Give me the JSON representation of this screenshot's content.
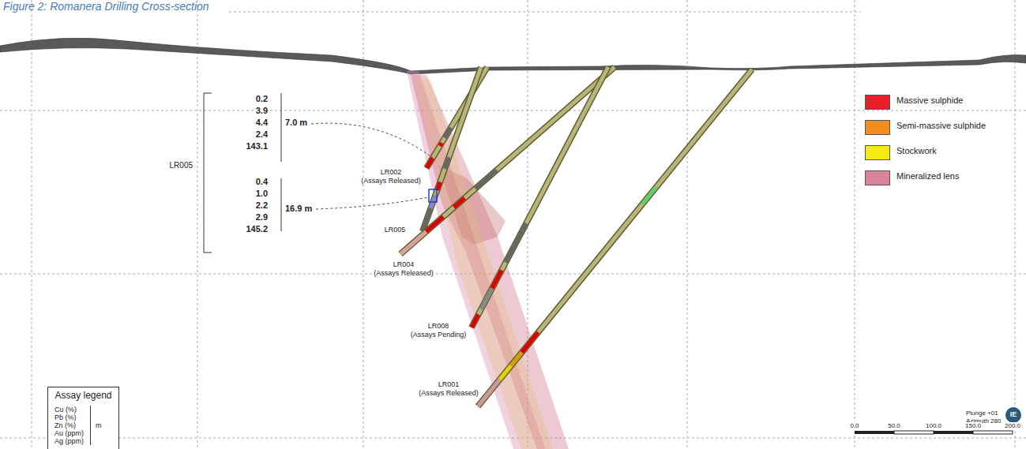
{
  "diagram": {
    "title": "Figure 2: Romanera Drilling Cross-section",
    "nodes": [
      {
        "text": [
          "Assay legend",
          "Cu (%)",
          "Pb (%)",
          "Zn (%)",
          "Au (ppm)",
          "Ag (ppm)",
          "m"
        ]
      }
    ],
    "labels": [
      "0.2",
      "3.9",
      "4.4",
      "2.4",
      "143.1",
      "7.0 m",
      "LR005",
      "0.4",
      "1.0",
      "2.2",
      "2.9",
      "145.2",
      "16.9 m",
      "LR002",
      "(Assays Released)",
      "LR005",
      "LR004",
      "(Assays Released)",
      "LR008",
      "(Assays Pending)",
      "LR001",
      "(Assays Released)",
      "Plunge +01",
      "Azimuth 280",
      "0.0",
      "50.0",
      "100.0",
      "150.0",
      "200.0",
      "IE"
    ],
    "legend": [
      {
        "text": "Massive sulphide",
        "color": "#e8202a"
      },
      {
        "text": "Semi-massive sulphide",
        "color": "#f28c1c"
      },
      {
        "text": "Stockwork",
        "color": "#f5ea14"
      },
      {
        "text": "Mineralized lens",
        "color": "#d9849a"
      }
    ]
  }
}
